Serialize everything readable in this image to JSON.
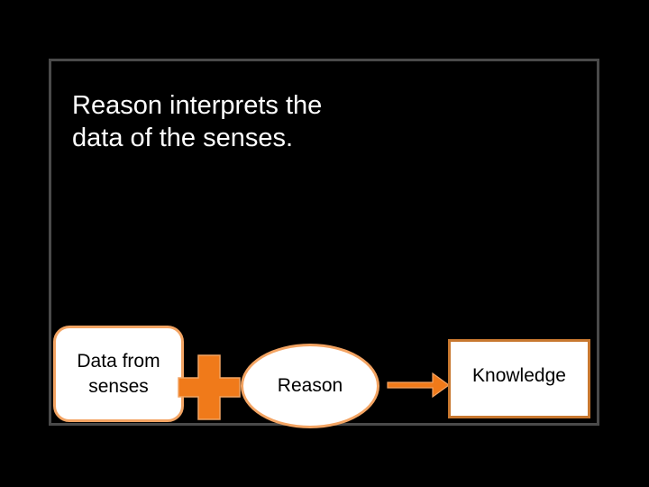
{
  "caption": {
    "line1": "Reason interprets the",
    "line2": "data of the senses."
  },
  "diagram": {
    "data_box": {
      "line1": "Data from",
      "line2": "senses"
    },
    "reason_label": "Reason",
    "knowledge_label": "Knowledge",
    "plus_icon": "plus-icon",
    "arrow_icon": "arrow-right-icon"
  },
  "colors": {
    "background": "#000000",
    "frame": "#4a4a4a",
    "accent_orange": "#f07a1a",
    "accent_border": "#f3a463",
    "text_light": "#ffffff",
    "text_dark": "#000000"
  }
}
